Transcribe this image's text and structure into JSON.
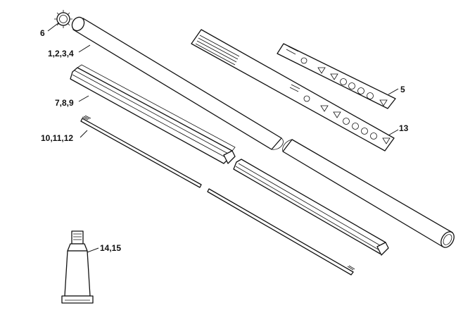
{
  "callouts": {
    "ring": "6",
    "tube": "1,2,3,4",
    "guide": "7,8,9",
    "shaft": "10,11,12",
    "label_a": "5",
    "label_b": "13",
    "grease": "14,15"
  },
  "colors": {
    "line": "#111111",
    "background": "#ffffff"
  }
}
